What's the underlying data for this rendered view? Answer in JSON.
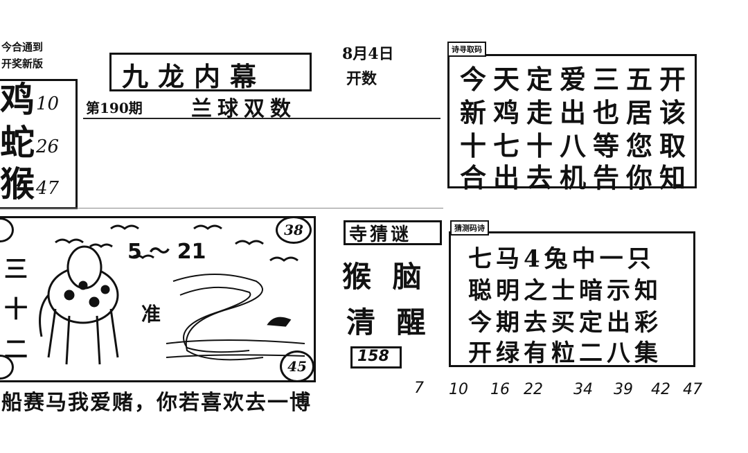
{
  "top_left_note": [
    "今合通到",
    "开奖新版"
  ],
  "title": "九龙内幕",
  "date": "8月4日",
  "draw_label": "开数",
  "issue": "第190期",
  "issue_subtitle": "兰球双数",
  "zodiac_list": [
    {
      "char": "鸡",
      "num": "10"
    },
    {
      "char": "蛇",
      "num": "26"
    },
    {
      "char": "猴",
      "num": "47"
    }
  ],
  "poem_box_tag": "诗寻取码",
  "poem_lines": [
    "今天定爱三五开",
    "新鸡走出也居该",
    "十七十八等您取",
    "合出去机告你知"
  ],
  "picture": {
    "range_text": "5 ～ 21",
    "badge_top": "38",
    "badge_bottom": "45",
    "left_vertical": [
      "三",
      "十",
      "二"
    ],
    "side_char": "准"
  },
  "hint_box_label": "寺猜谜",
  "hint_lines": [
    "猴 脑",
    "清 醒"
  ],
  "hint_code": "158",
  "poem2_tag": "猜测码诗",
  "poem2_lines": [
    "七马4兔中一只",
    "聪明之士暗示知",
    "今期去买定出彩",
    "开绿有粒二八集"
  ],
  "bottom_text": "船赛马我爱赌，你若喜欢去一博",
  "numbers": [
    "7",
    "10",
    "16",
    "22",
    "34",
    "39",
    "42",
    "47"
  ]
}
